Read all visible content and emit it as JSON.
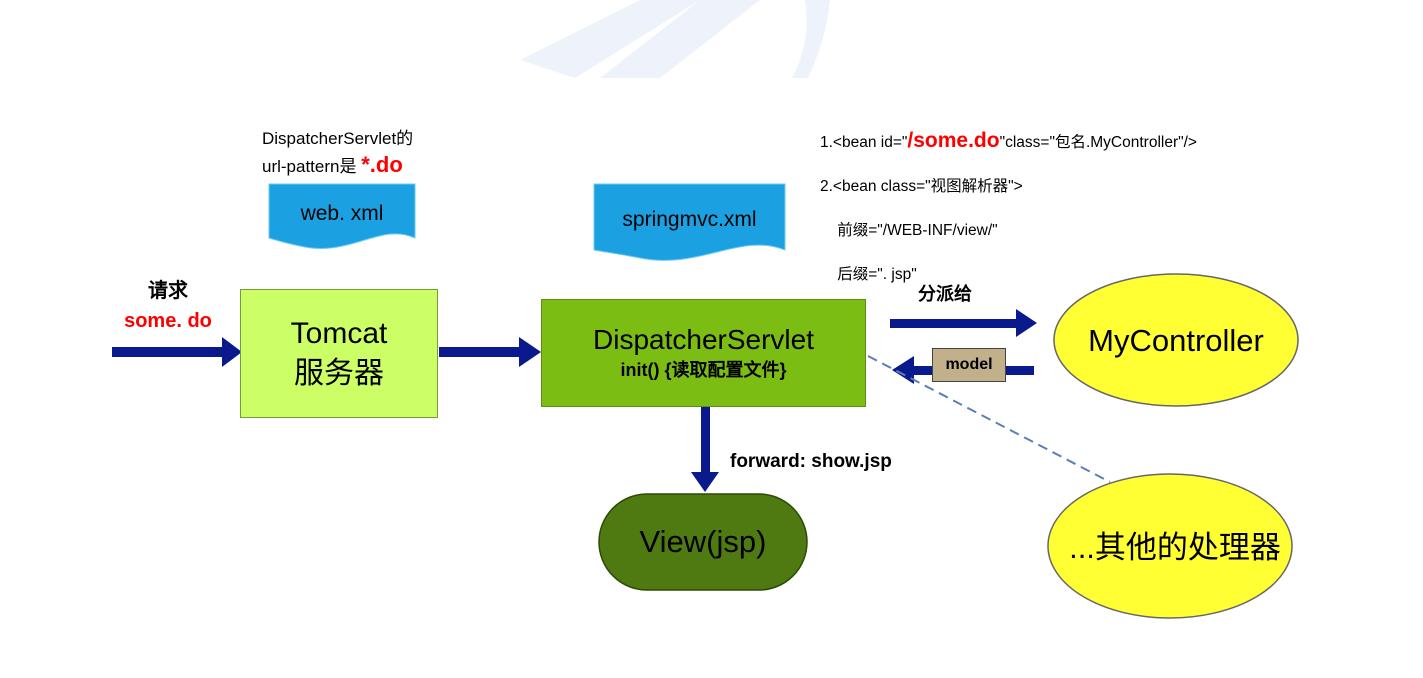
{
  "request": {
    "title": "请求",
    "value": "some. do"
  },
  "tomcat": {
    "line1": "Tomcat",
    "line2": "服务器"
  },
  "dispatcher": {
    "title": "DispatcherServlet",
    "subtitle": "init() {读取配置文件}"
  },
  "web_xml": {
    "label": "web. xml"
  },
  "springmvc_xml": {
    "label": "springmvc.xml"
  },
  "servlet_note": {
    "line1": "DispatcherServlet的",
    "line2_prefix": "url-pattern是 ",
    "line2_value": "*.do"
  },
  "config_note": {
    "line1_prefix": "1.<bean id=\"",
    "line1_value": "/some.do",
    "line1_suffix": "\"class=\"包名.MyController\"/>",
    "line2": "2.<bean class=\"视图解析器\">",
    "line3": "    前缀=\"/WEB-INF/view/\"",
    "line4": "    后缀=\". jsp\""
  },
  "dispatch_label": "分派给",
  "model_label": "model",
  "forward_label": "forward: show.jsp",
  "mycontroller": "MyController",
  "other_handlers": "...其他的处理器",
  "view": "View(jsp)",
  "colors": {
    "arrow": "#0a1a8c",
    "tomcat_fill": "#ccff66",
    "dispatcher_fill": "#7cbd13",
    "doc_fill": "#1ba1e2",
    "ellipse_fill": "#ffff33",
    "view_fill": "#4f7a12",
    "model_fill": "#c2b08a",
    "accent_red": "#ff0000"
  }
}
